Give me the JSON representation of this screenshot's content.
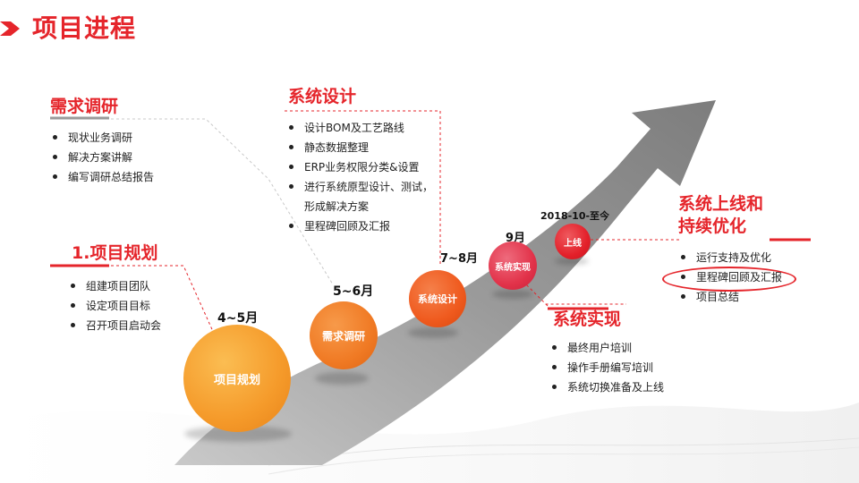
{
  "header": {
    "title": "项目进程"
  },
  "phases": {
    "research": {
      "title": "需求调研",
      "items": [
        "现状业务调研",
        "解决方案讲解",
        "编写调研总结报告"
      ]
    },
    "planning": {
      "title": "1.项目规划",
      "items": [
        "组建项目团队",
        "设定项目目标",
        "召开项目启动会"
      ]
    },
    "design": {
      "title": "系统设计",
      "items": [
        "设计BOM及工艺路线",
        "静态数据整理",
        "ERP业务权限分类&设置",
        "进行系统原型设计、测试，",
        "形成解决方案",
        "里程碑回顾及汇报"
      ]
    },
    "implementation": {
      "title": "系统实现",
      "items": [
        "最终用户培训",
        "操作手册编写培训",
        "系统切换准备及上线"
      ]
    },
    "golive": {
      "title_line1": "系统上线和",
      "title_line2": "持续优化",
      "items": [
        "运行支持及优化",
        "里程碑回顾及汇报",
        "项目总结"
      ]
    }
  },
  "milestones": [
    {
      "date": "4~5月",
      "label": "项目规划",
      "color": "#f59a2a"
    },
    {
      "date": "5~6月",
      "label": "需求调研",
      "color": "#f07a24"
    },
    {
      "date": "7~8月",
      "label": "系统设计",
      "color": "#ef5a1e"
    },
    {
      "date": "9月",
      "label": "系统实现",
      "color": "#e2334a"
    },
    {
      "date": "2018-10-至今",
      "label": "上线",
      "color": "#e3202a"
    }
  ],
  "colors": {
    "accent": "#e5252b",
    "arrow": "#8f8f8f",
    "arrow_light": "#bdbdbd"
  }
}
